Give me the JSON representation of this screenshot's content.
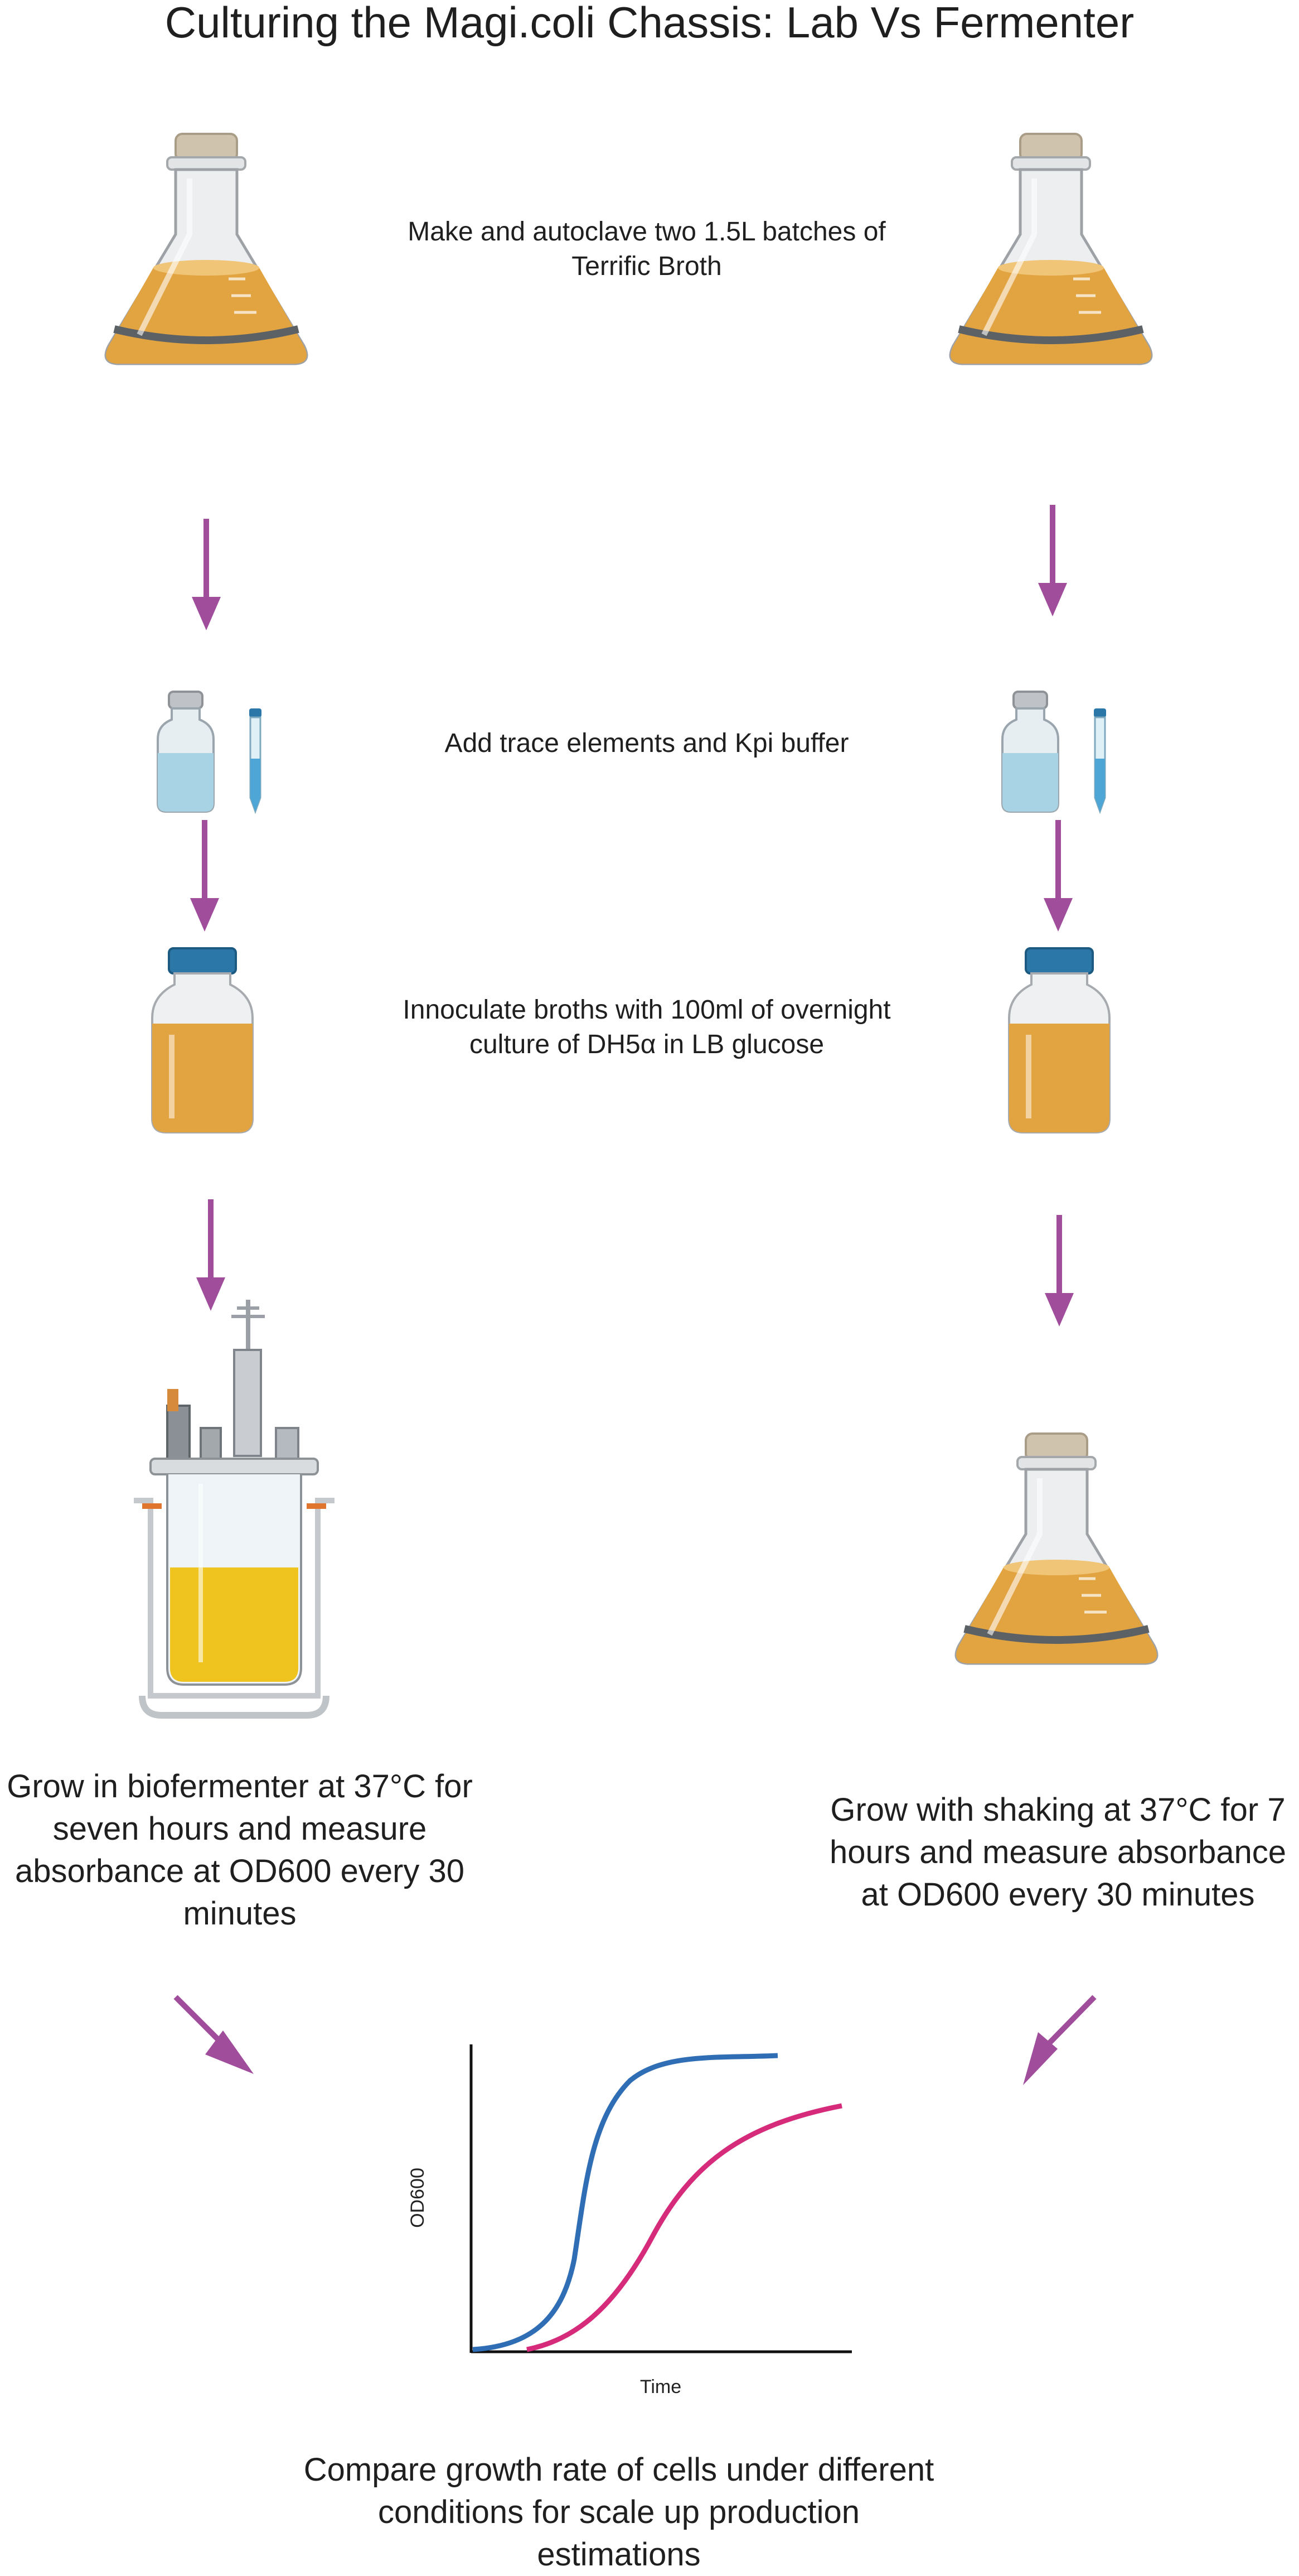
{
  "title": "Culturing the Magi.coli Chassis: Lab Vs Fermenter",
  "steps": {
    "step1": "Make and autoclave two 1.5L batches of Terrific Broth",
    "step2": "Add trace elements and Kpi buffer",
    "step3": "Innoculate broths with 100ml of overnight culture of DH5α in LB glucose",
    "left_grow": "Grow in biofermenter at 37°C for seven hours and measure absorbance at OD600 every 30 minutes",
    "right_grow": "Grow with shaking at  37°C for 7 hours and measure absorbance at OD600 every 30 minutes",
    "compare": "Compare growth rate of cells under different conditions for scale up production estimations"
  },
  "graph": {
    "xlabel": "Time",
    "ylabel": "OD600"
  },
  "icons": [
    "erlenmeyer-flask-icon",
    "medium-bottle-icon",
    "centrifuge-tube-icon",
    "media-bottle-icon",
    "bioreactor-icon",
    "arrow-down-icon"
  ],
  "colors": {
    "arrow": "#a04d9c",
    "broth": "#e2a441",
    "cap_blue": "#2a77a8",
    "curve_blue": "#2f6db5",
    "curve_pink": "#d62b7a"
  }
}
